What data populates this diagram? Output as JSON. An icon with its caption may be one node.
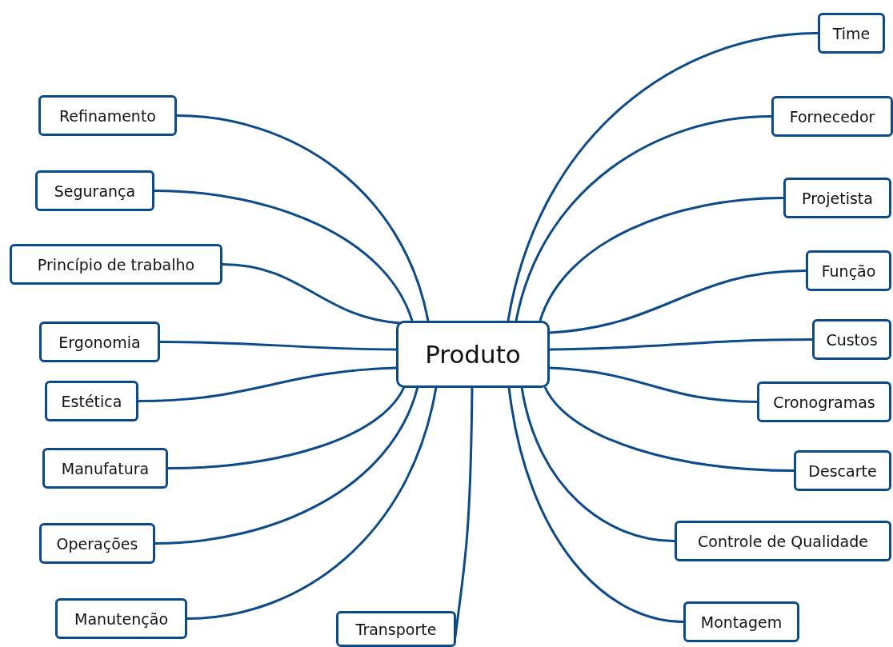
{
  "diagram": {
    "nodes": [
      {
        "text": [
          "Produto"
        ]
      },
      {
        "text": [
          "Time"
        ]
      },
      {
        "text": [
          "Refinamento"
        ]
      },
      {
        "text": [
          "Fornecedor"
        ]
      },
      {
        "text": [
          "Segurança"
        ]
      },
      {
        "text": [
          "Projetista"
        ]
      },
      {
        "text": [
          "Princípio de trabalho"
        ]
      },
      {
        "text": [
          "Função"
        ]
      },
      {
        "text": [
          "Ergonomia"
        ]
      },
      {
        "text": [
          "Custos"
        ]
      },
      {
        "text": [
          "Estética"
        ]
      },
      {
        "text": [
          "Cronogramas"
        ]
      },
      {
        "text": [
          "Manufatura"
        ]
      },
      {
        "text": [
          "Descarte"
        ]
      },
      {
        "text": [
          "Operações"
        ]
      },
      {
        "text": [
          "Controle de Qualidade"
        ]
      },
      {
        "text": [
          "Manutenção"
        ]
      },
      {
        "text": [
          "Montagem"
        ]
      },
      {
        "text": [
          "Transporte"
        ]
      }
    ],
    "edges": [
      {
        "from": 0,
        "to": 1,
        "arrow": "none"
      },
      {
        "from": 0,
        "to": 2,
        "arrow": "none"
      },
      {
        "from": 0,
        "to": 3,
        "arrow": "none"
      },
      {
        "from": 0,
        "to": 4,
        "arrow": "none"
      },
      {
        "from": 0,
        "to": 5,
        "arrow": "none"
      },
      {
        "from": 0,
        "to": 6,
        "arrow": "none"
      },
      {
        "from": 0,
        "to": 7,
        "arrow": "none"
      },
      {
        "from": 0,
        "to": 8,
        "arrow": "none"
      },
      {
        "from": 0,
        "to": 9,
        "arrow": "none"
      },
      {
        "from": 0,
        "to": 10,
        "arrow": "none"
      },
      {
        "from": 0,
        "to": 11,
        "arrow": "none"
      },
      {
        "from": 0,
        "to": 12,
        "arrow": "none"
      },
      {
        "from": 0,
        "to": 13,
        "arrow": "none"
      },
      {
        "from": 0,
        "to": 14,
        "arrow": "none"
      },
      {
        "from": 0,
        "to": 15,
        "arrow": "none"
      },
      {
        "from": 0,
        "to": 16,
        "arrow": "none"
      },
      {
        "from": 0,
        "to": 17,
        "arrow": "none"
      },
      {
        "from": 0,
        "to": 18,
        "arrow": "none"
      }
    ]
  }
}
